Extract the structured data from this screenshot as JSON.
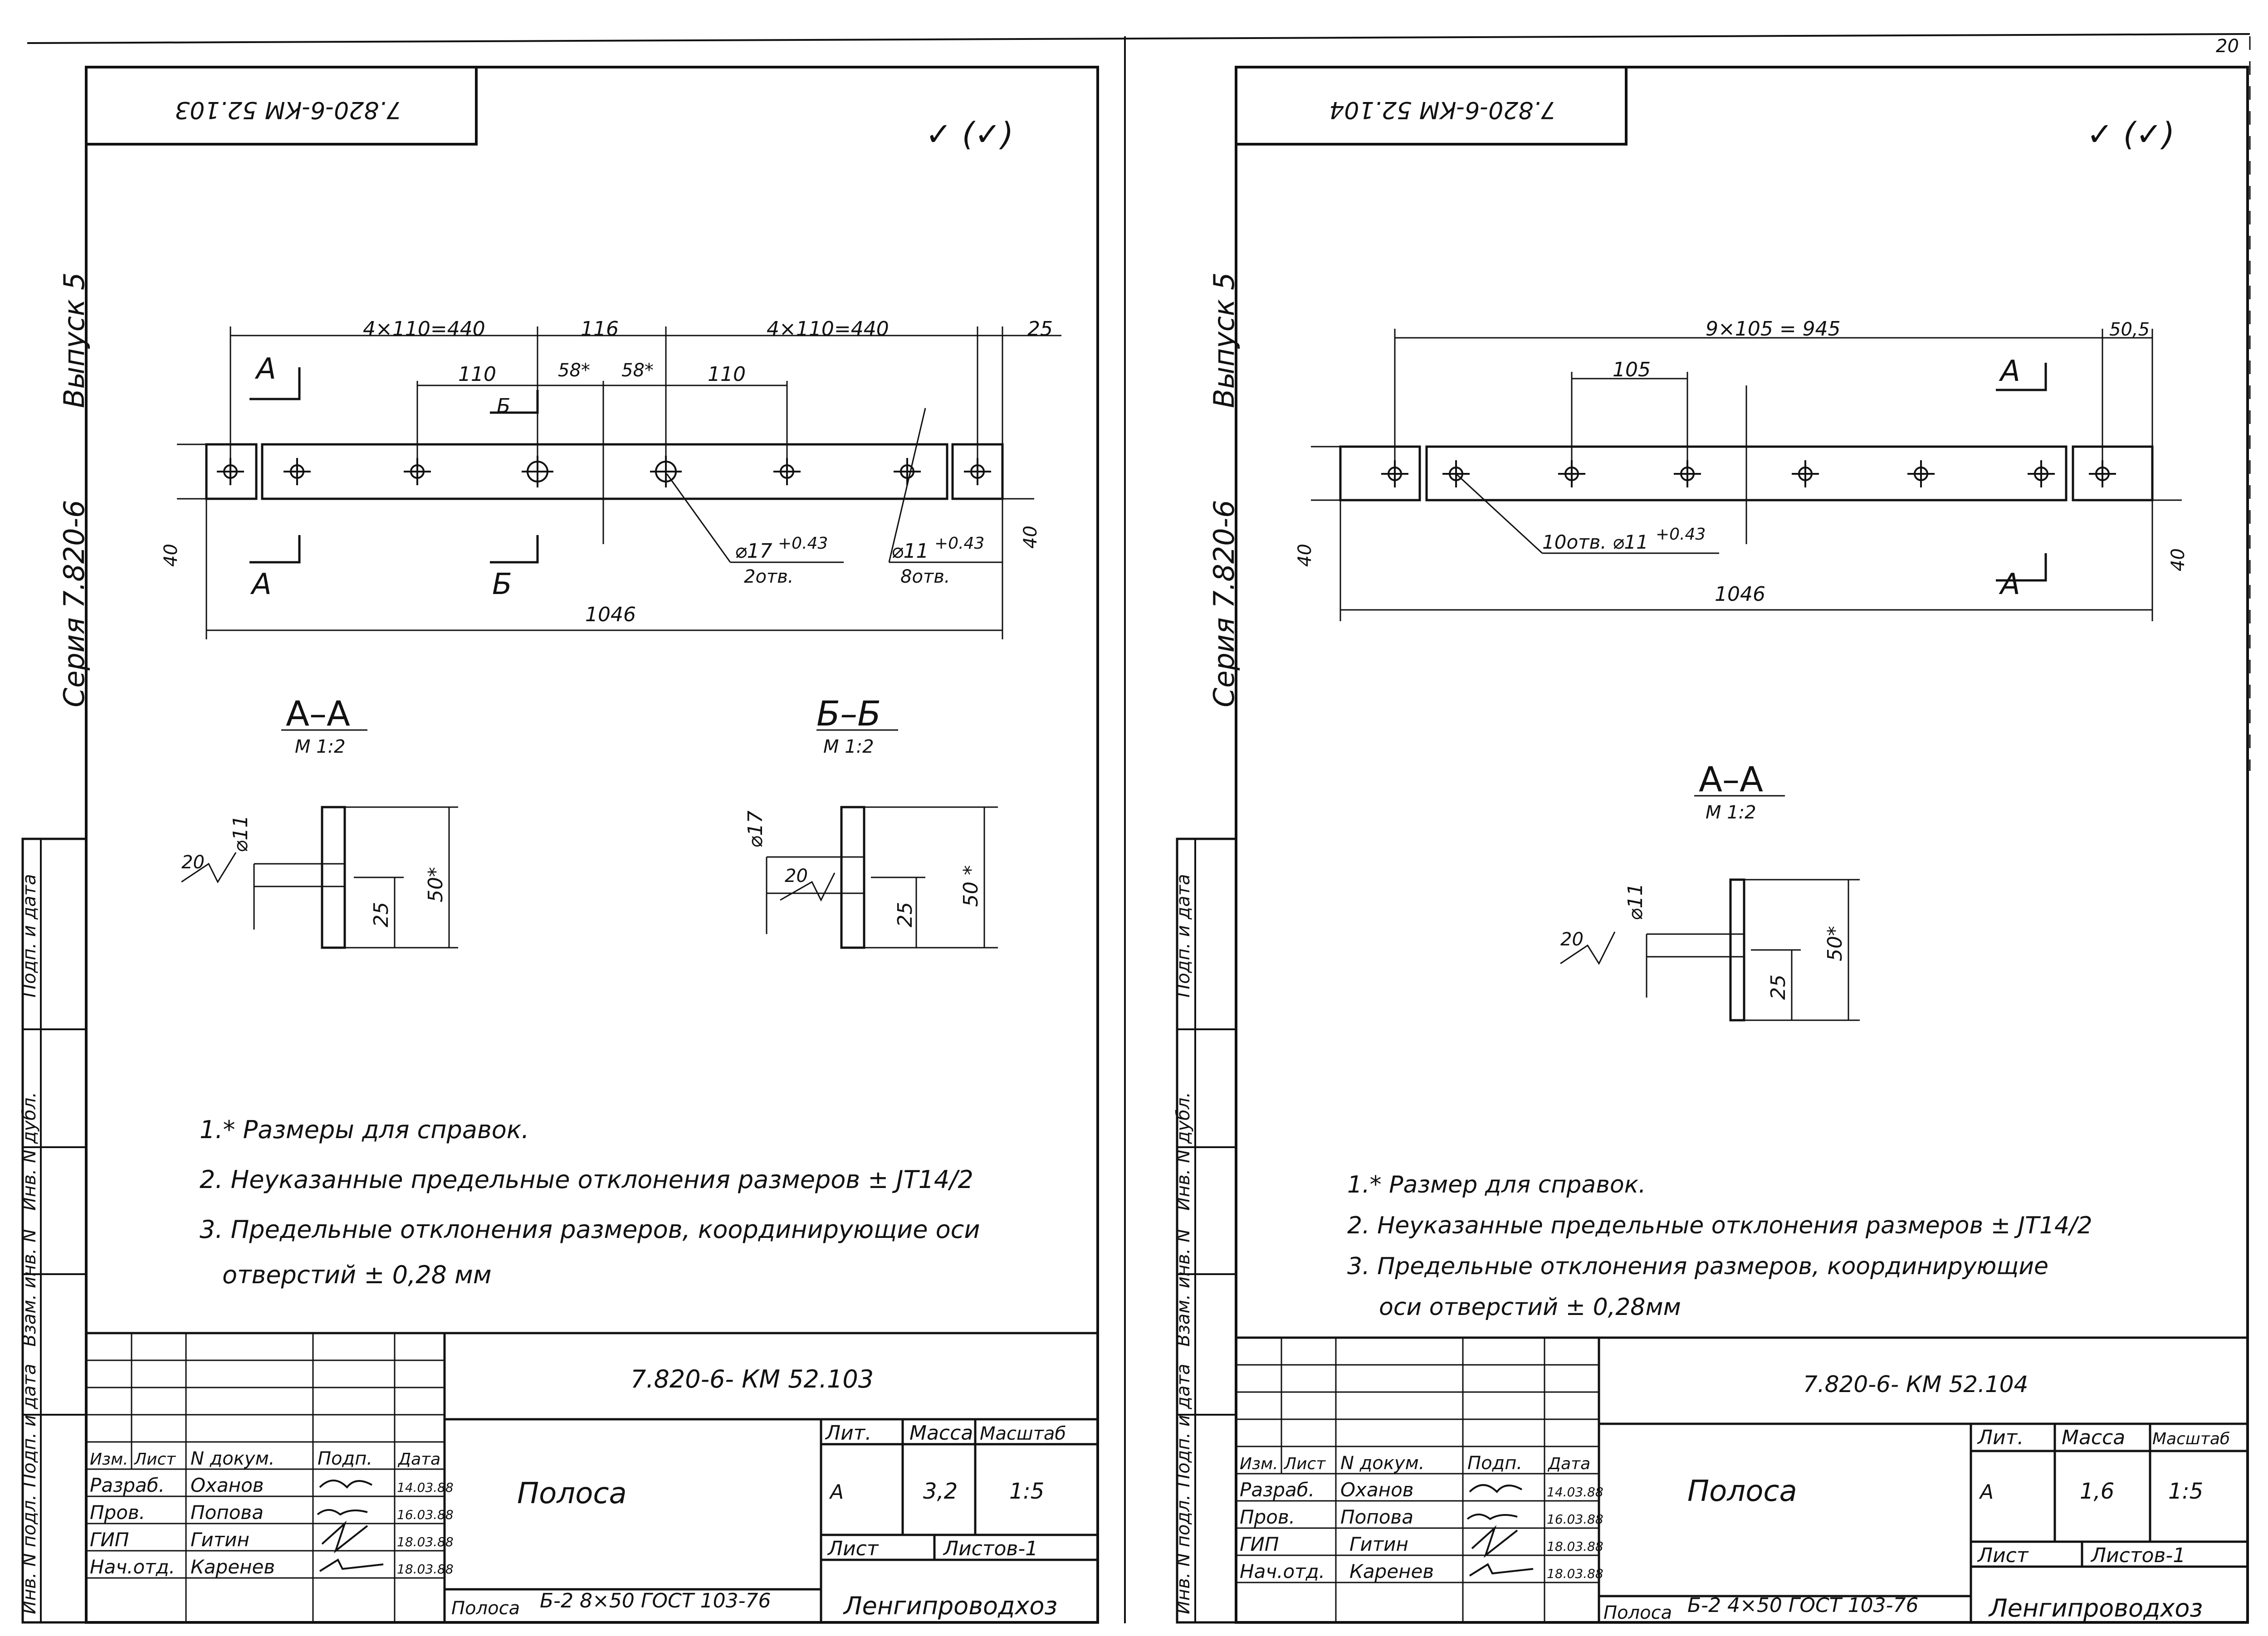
{
  "page_number": "20",
  "colors": {
    "ink": "#111111",
    "paper": "#ffffff"
  },
  "sheets": [
    {
      "doc_code": "7.820-6-КМ 52.103",
      "doc_code_mirrored": "7.820-6-КМ 52.103",
      "roughness": "✓ (✓)",
      "side_series": "Серия 7.820-6",
      "side_issue": "Выпуск 5",
      "dims": {
        "left_span": "4×110=440",
        "middle": "116",
        "right_span": "4×110=440",
        "end": "25",
        "pitch_left": "110",
        "pitch_right": "110",
        "offset_a": "58*",
        "offset_b": "58*",
        "total": "1046",
        "height_left": "40",
        "height_right": "40"
      },
      "cut_labels": {
        "a": "А",
        "b": "Б"
      },
      "hole_callouts": [
        {
          "dia": "⌀17",
          "tol": "+0.43",
          "qty": "2отв."
        },
        {
          "dia": "⌀11",
          "tol": "+0.43",
          "qty": "8отв."
        }
      ],
      "sections": [
        {
          "title": "А–А",
          "scale": "М 1:2",
          "dia": "⌀11",
          "rough": "20",
          "half": "25",
          "height": "50*"
        },
        {
          "title": "Б–Б",
          "scale": "М 1:2",
          "dia": "⌀17",
          "rough": "20",
          "half": "25",
          "height": "50 *"
        }
      ],
      "notes": [
        "1.* Размеры для справок.",
        "2. Неуказанные предельные отклонения размеров ± JT14/2",
        "3. Предельные отклонения размеров, координирующие оси",
        "отверстий ± 0,28 мм"
      ],
      "side_stamps": [
        "Инв. N подл.",
        "Подп. и дата",
        "Взам. инв. N",
        "Инв. N дубл.",
        "Подп. и дата"
      ],
      "title_block": {
        "code": "7.820-6- КМ 52.103",
        "headers": [
          "Изм.",
          "Лист",
          "N докум.",
          "Подп.",
          "Дата"
        ],
        "rows": [
          {
            "role": "Разраб.",
            "name": "Оханов",
            "date": "14.03.88"
          },
          {
            "role": "Пров.",
            "name": "Попова",
            "date": "16.03.88"
          },
          {
            "role": "ГИП",
            "name": "Гитин",
            "date": "18.03.88"
          },
          {
            "role": "Нач.отд.",
            "name": "Каренев",
            "date": "18.03.88"
          }
        ],
        "part_name": "Полоса",
        "lit_label": "Лит.",
        "mass_label": "Масса",
        "scale_label": "Масштаб",
        "lit": "А",
        "mass": "3,2",
        "scale": "1:5",
        "sheet": "Лист",
        "sheets": "Листов-1",
        "material_prefix": "Полоса",
        "material": "Б-2 8×50 ГОСТ 103-76",
        "org": "Ленгипроводхоз"
      }
    },
    {
      "doc_code": "7.820-6-КМ 52.104",
      "doc_code_mirrored": "7.820-6-КМ 52.104",
      "roughness": "✓ (✓)",
      "side_series": "Серия 7.820-6",
      "side_issue": "Выпуск 5",
      "dims": {
        "span": "9×105 = 945",
        "end": "50,5",
        "pitch": "105",
        "total": "1046",
        "height_left": "40",
        "height_right": "40"
      },
      "cut_labels": {
        "a": "А"
      },
      "hole_callouts": [
        {
          "dia": "10отв. ⌀11",
          "tol": "+0.43",
          "qty": ""
        }
      ],
      "sections": [
        {
          "title": "А–А",
          "scale": "М 1:2",
          "dia": "⌀11",
          "rough": "20",
          "half": "25",
          "height": "50*"
        }
      ],
      "notes": [
        "1.* Размер для справок.",
        "2. Неуказанные предельные отклонения размеров ± JT14/2",
        "3. Предельные отклонения размеров, координирующие",
        "оси отверстий ± 0,28мм"
      ],
      "side_stamps": [
        "Инв. N подл.",
        "Подп. и дата",
        "Взам. инв. N",
        "Инв. N дубл.",
        "Подп. и дата"
      ],
      "title_block": {
        "code": "7.820-6- КМ 52.104",
        "headers": [
          "Изм.",
          "Лист",
          "N докум.",
          "Подп.",
          "Дата"
        ],
        "rows": [
          {
            "role": "Разраб.",
            "name": "Оханов",
            "date": "14.03.88"
          },
          {
            "role": "Пров.",
            "name": "Попова",
            "date": "16.03.88"
          },
          {
            "role": "ГИП",
            "name": "Гитин",
            "date": "18.03.88"
          },
          {
            "role": "Нач.отд.",
            "name": "Каренев",
            "date": "18.03.88"
          }
        ],
        "part_name": "Полоса",
        "lit_label": "Лит.",
        "mass_label": "Масса",
        "scale_label": "Масштаб",
        "lit": "А",
        "mass": "1,6",
        "scale": "1:5",
        "sheet": "Лист",
        "sheets": "Листов-1",
        "material_prefix": "Полоса",
        "material": "Б-2 4×50 ГОСТ 103-76",
        "org": "Ленгипроводхоз"
      }
    }
  ]
}
